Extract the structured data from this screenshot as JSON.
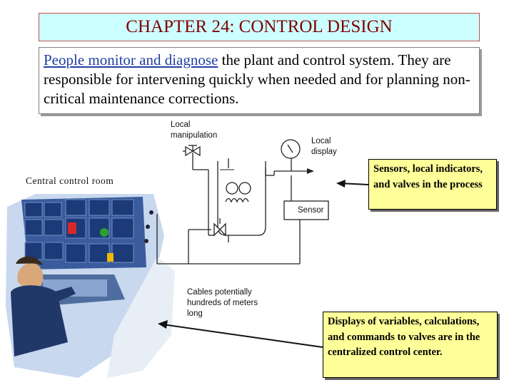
{
  "title": "CHAPTER 24: CONTROL DESIGN",
  "intro": {
    "highlight": "People monitor and diagnose",
    "rest": " the plant and control system. They are responsible for intervening quickly when needed and for planning non-critical maintenance corrections."
  },
  "callouts": {
    "sensors": "Sensors, local indicators, and valves in the process",
    "displays": "Displays of variables, calculations, and commands to valves are in the centralized control center."
  },
  "diagram": {
    "central_control_room": "Central control room",
    "local_manipulation": [
      "Local",
      "manipulation"
    ],
    "local_display": [
      "Local",
      "display"
    ],
    "sensor": "Sensor",
    "cables": [
      "Cables potentially",
      "hundreds of  meters",
      "long"
    ]
  },
  "colors": {
    "title_bg": "#ccffff",
    "title_text": "#800000",
    "callout_bg": "#ffff99",
    "highlight_text": "#1f3fa0"
  }
}
